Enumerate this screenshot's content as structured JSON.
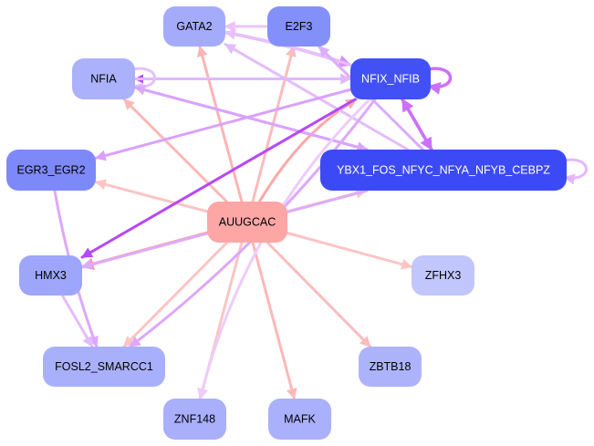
{
  "diagram": {
    "type": "regulatory-network",
    "nodes": [
      {
        "id": "GATA2",
        "label": "GATA2",
        "fill": "#a5abfb",
        "text": "#000000"
      },
      {
        "id": "E2F3",
        "label": "E2F3",
        "fill": "#8490fa",
        "text": "#000000"
      },
      {
        "id": "NFIA",
        "label": "NFIA",
        "fill": "#abb2fb",
        "text": "#000000"
      },
      {
        "id": "NFIX_NFIB",
        "label": "NFIX_NFIB",
        "fill": "#4251f5",
        "text": "#ffffff"
      },
      {
        "id": "EGR3_EGR2",
        "label": "EGR3_EGR2",
        "fill": "#7e89f9",
        "text": "#000000"
      },
      {
        "id": "YBX1",
        "label": "YBX1_FOS_NFYC_NFYA_NFYB_CEBPZ",
        "fill": "#3c4af5",
        "text": "#ffffff"
      },
      {
        "id": "AUUGCAC",
        "label": "AUUGCAC",
        "fill": "#fca6a6",
        "text": "#000000"
      },
      {
        "id": "HMX3",
        "label": "HMX3",
        "fill": "#9ea6fb",
        "text": "#000000"
      },
      {
        "id": "ZFHX3",
        "label": "ZFHX3",
        "fill": "#c1c6fc",
        "text": "#000000"
      },
      {
        "id": "FOSL2_SMARCC1",
        "label": "FOSL2_SMARCC1",
        "fill": "#a9b0fb",
        "text": "#000000"
      },
      {
        "id": "ZBTB18",
        "label": "ZBTB18",
        "fill": "#adb3fb",
        "text": "#000000"
      },
      {
        "id": "ZNF148",
        "label": "ZNF148",
        "fill": "#a9affb",
        "text": "#000000"
      },
      {
        "id": "MAFK",
        "label": "MAFK",
        "fill": "#aab0fb",
        "text": "#000000"
      }
    ],
    "edges": [
      {
        "from": "AUUGCAC",
        "to": "GATA2",
        "color": "#fcb4b4"
      },
      {
        "from": "AUUGCAC",
        "to": "E2F3",
        "color": "#fcbcbc"
      },
      {
        "from": "AUUGCAC",
        "to": "NFIA",
        "color": "#fcb8b8"
      },
      {
        "from": "AUUGCAC",
        "to": "NFIX_NFIB",
        "color": "#fca8a8"
      },
      {
        "from": "AUUGCAC",
        "to": "EGR3_EGR2",
        "color": "#fcc4c4"
      },
      {
        "from": "AUUGCAC",
        "to": "YBX1",
        "color": "#fcc4c4"
      },
      {
        "from": "AUUGCAC",
        "to": "HMX3",
        "color": "#fc9898"
      },
      {
        "from": "AUUGCAC",
        "to": "ZFHX3",
        "color": "#fcc4c4"
      },
      {
        "from": "AUUGCAC",
        "to": "FOSL2_SMARCC1",
        "color": "#fcc4c4"
      },
      {
        "from": "AUUGCAC",
        "to": "ZBTB18",
        "color": "#fcbcbc"
      },
      {
        "from": "AUUGCAC",
        "to": "ZNF148",
        "color": "#fcc4c4"
      },
      {
        "from": "AUUGCAC",
        "to": "MAFK",
        "color": "#fcb8b8"
      },
      {
        "from": "E2F3",
        "to": "GATA2",
        "color": "#ecc4fc"
      },
      {
        "from": "GATA2",
        "to": "NFIX_NFIB",
        "color": "#d890fc"
      },
      {
        "from": "NFIX_NFIB",
        "to": "GATA2",
        "color": "#e8c0fc"
      },
      {
        "from": "YBX1",
        "to": "E2F3",
        "color": "#dcacfc"
      },
      {
        "from": "YBX1",
        "to": "GATA2",
        "color": "#e4bcfc"
      },
      {
        "from": "NFIX_NFIB",
        "to": "NFIA",
        "color": "#b648f8"
      },
      {
        "from": "NFIA",
        "to": "NFIX_NFIB",
        "color": "#e0b8fc"
      },
      {
        "from": "NFIA",
        "to": "NFIA",
        "color": "#e4c0fc"
      },
      {
        "from": "NFIX_NFIB",
        "to": "NFIX_NFIB",
        "color": "#cc70fc"
      },
      {
        "from": "YBX1",
        "to": "NFIA",
        "color": "#dcacfc"
      },
      {
        "from": "NFIA",
        "to": "YBX1",
        "color": "#d8a4fc"
      },
      {
        "from": "NFIX_NFIB",
        "to": "EGR3_EGR2",
        "color": "#dca0fc"
      },
      {
        "from": "NFIX_NFIB",
        "to": "YBX1",
        "color": "#cc70fc"
      },
      {
        "from": "YBX1",
        "to": "NFIX_NFIB",
        "color": "#cc70fc"
      },
      {
        "from": "YBX1",
        "to": "YBX1",
        "color": "#e4b8fc"
      },
      {
        "from": "NFIX_NFIB",
        "to": "HMX3",
        "color": "#b648f8"
      },
      {
        "from": "YBX1",
        "to": "HMX3",
        "color": "#dcacfc"
      },
      {
        "from": "EGR3_EGR2",
        "to": "FOSL2_SMARCC1",
        "color": "#dca8fc"
      },
      {
        "from": "HMX3",
        "to": "FOSL2_SMARCC1",
        "color": "#e4bcfc"
      },
      {
        "from": "NFIX_NFIB",
        "to": "FOSL2_SMARCC1",
        "color": "#dca8fc"
      },
      {
        "from": "NFIX_NFIB",
        "to": "ZNF148",
        "color": "#ecccfc"
      }
    ]
  }
}
